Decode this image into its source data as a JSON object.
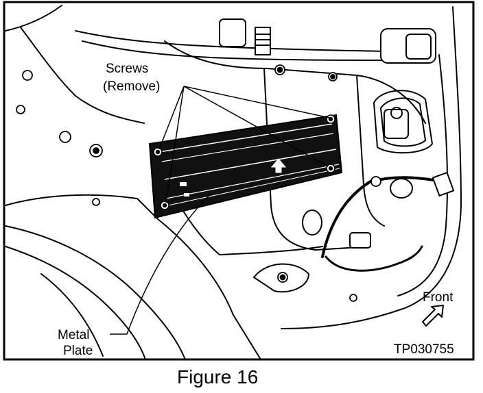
{
  "labels": {
    "screws_line1": "Screws",
    "screws_line2": "(Remove)",
    "metal_line1": "Metal",
    "metal_line2": "Plate",
    "front": "Front",
    "code": "TP030755",
    "caption": "Figure 16"
  },
  "colors": {
    "ink": "#000000",
    "paper": "#ffffff",
    "plate": "#111111"
  },
  "icons": {
    "direction": "front-arrow-icon",
    "plate_mark": "up-arrow-icon"
  }
}
